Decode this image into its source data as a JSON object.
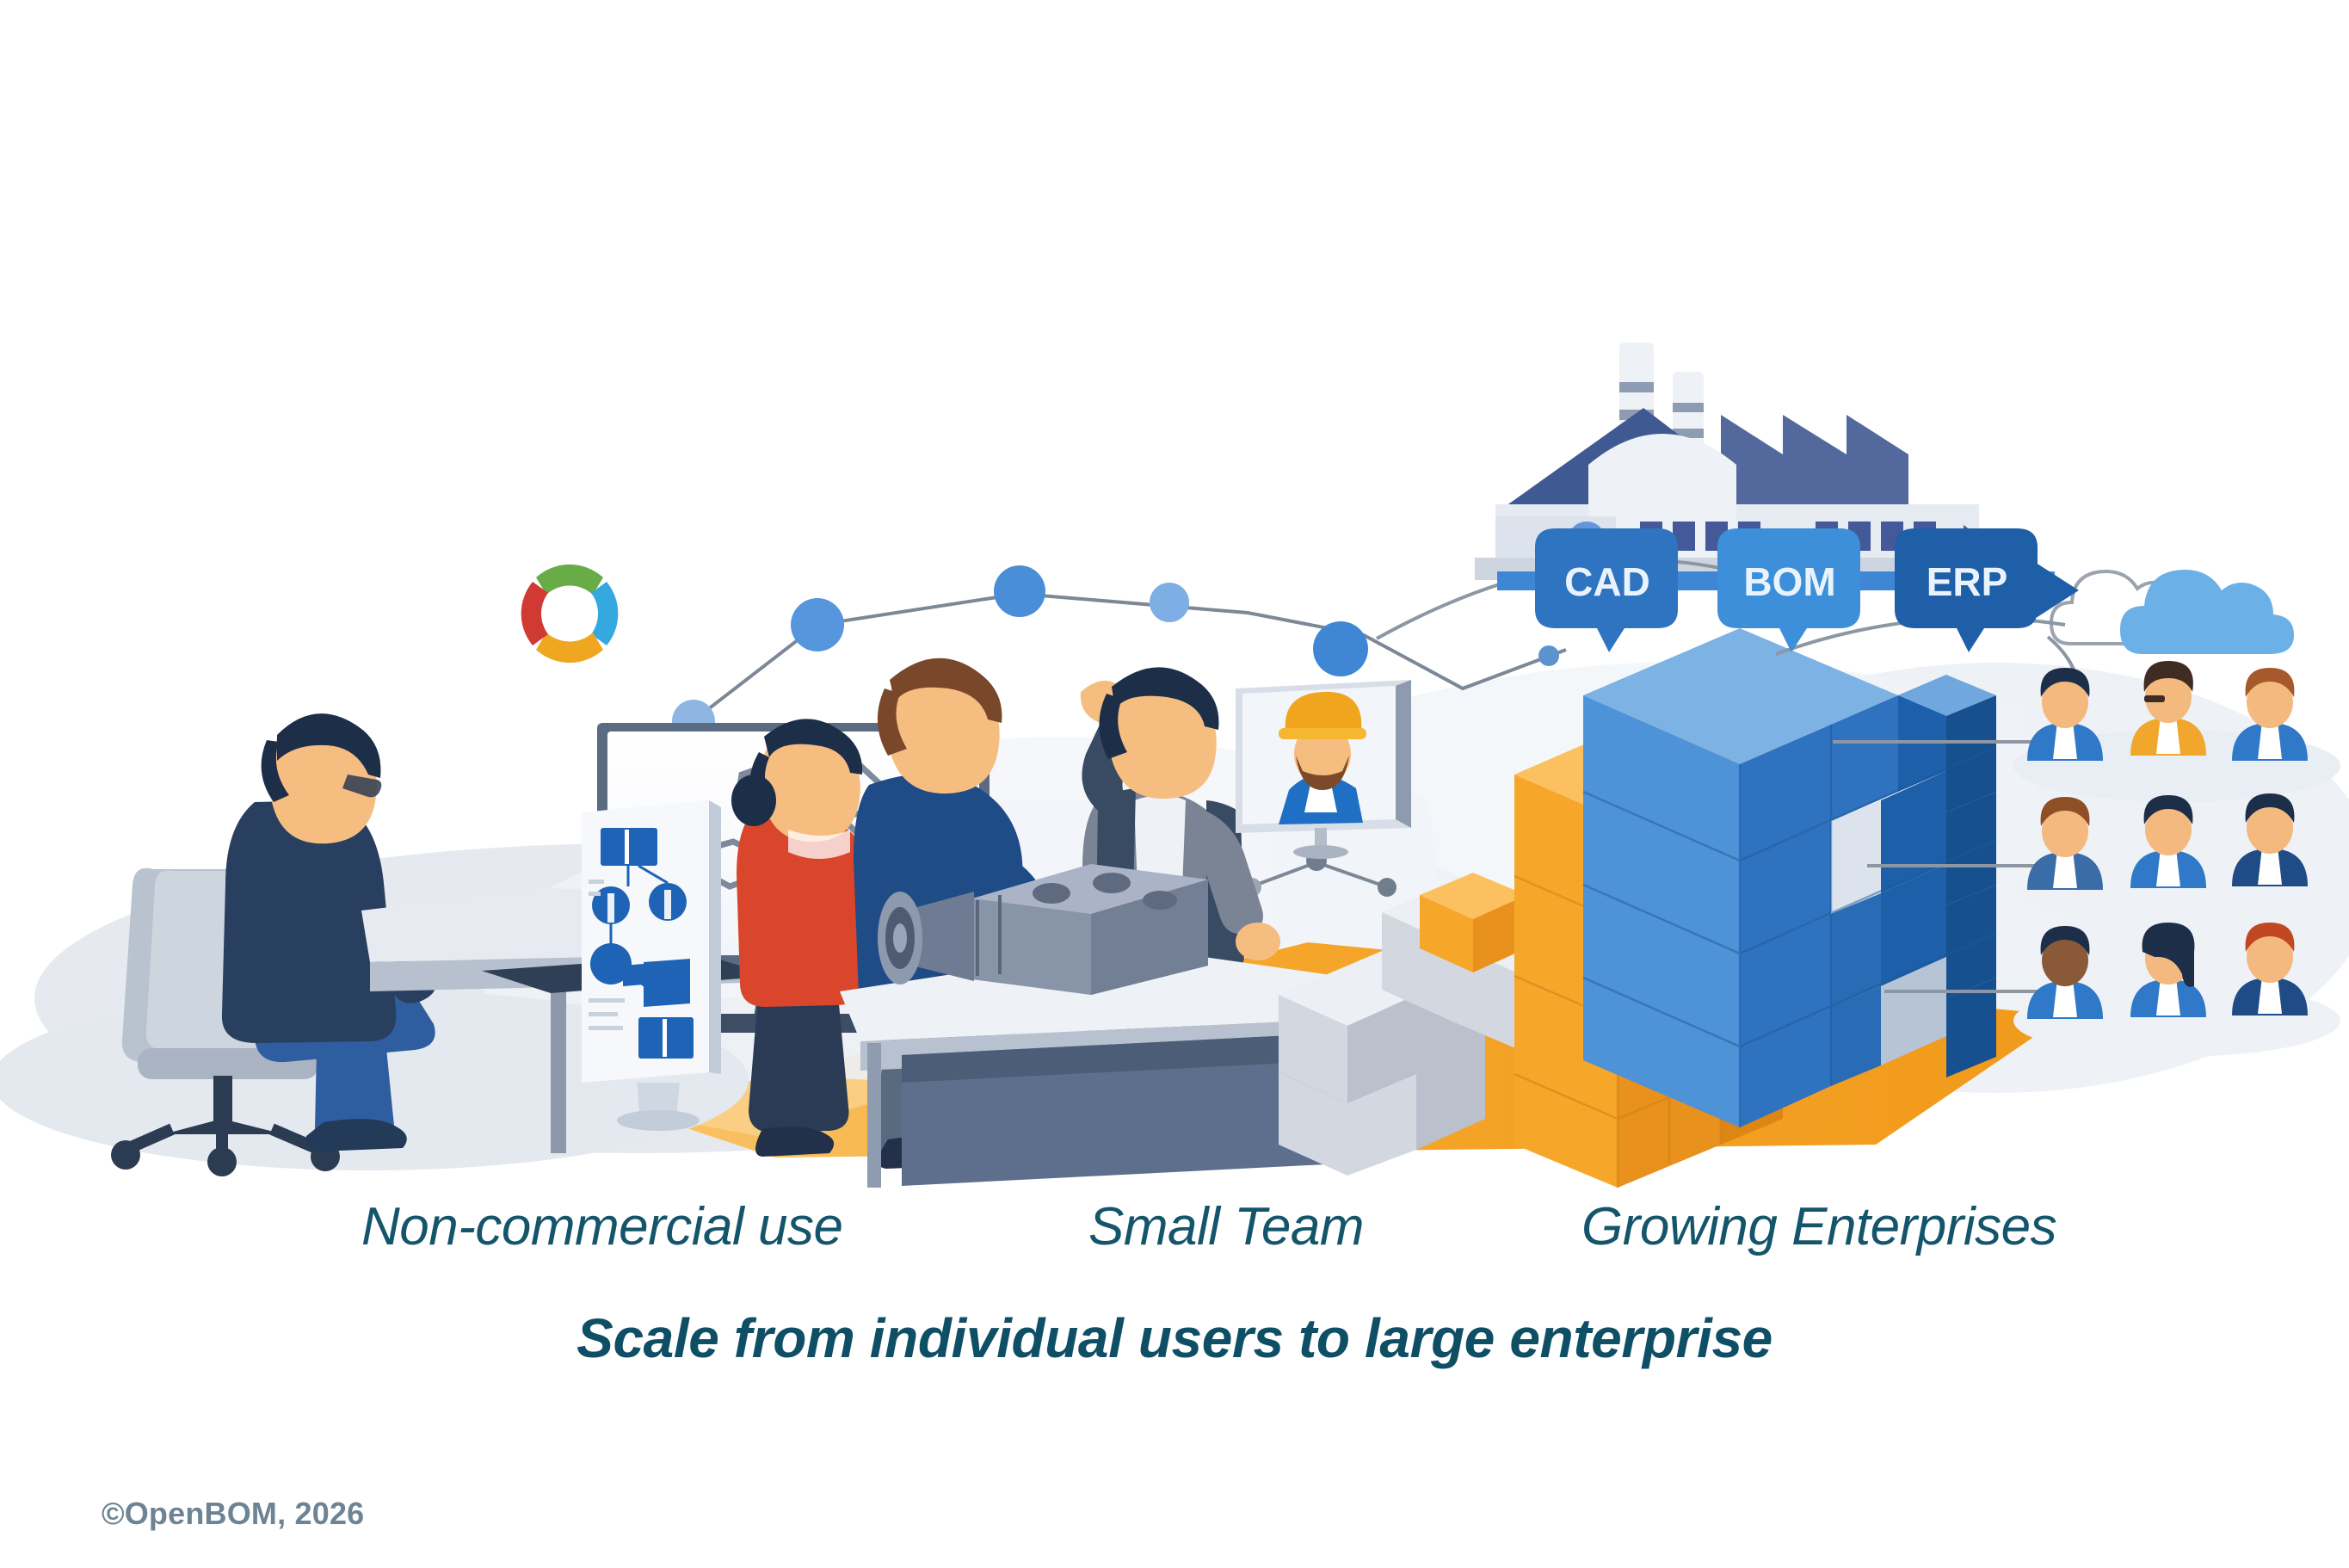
{
  "slide": {
    "background_color": "#ffffff",
    "headline": "Scale from individual users to large enterprise",
    "ghost_line": "",
    "copyright": "©OpenBOM, 2026",
    "captions": [
      {
        "label": "Non-commercial use"
      },
      {
        "label": "Small Team"
      },
      {
        "label": "Growing Enterprises"
      }
    ]
  },
  "illustration": {
    "logo": {
      "name": "openbom-logo",
      "segments": [
        {
          "position": "top",
          "color": "#67ac46"
        },
        {
          "position": "right",
          "color": "#35a8e0"
        },
        {
          "position": "bottom",
          "color": "#efa722"
        },
        {
          "position": "left",
          "color": "#d13a33"
        }
      ]
    },
    "process_badges": [
      {
        "label": "CAD",
        "color": "#2f74c0"
      },
      {
        "label": "BOM",
        "color": "#3c8fd8"
      },
      {
        "label": "ERP",
        "color": "#1f5fa8"
      }
    ],
    "scene_left": {
      "name": "individual-designer-workstation",
      "monitor_content": "cad-wireframe-part",
      "poster_content": "bom-diagram-poster"
    },
    "scene_middle": {
      "name": "small-team-review",
      "people": [
        "woman-red-shirt",
        "man-blue-shirt",
        "man-grey-jacket"
      ],
      "object_on_table": "electric-motor-assembly",
      "video_panel": "remote-worker-hardhat"
    },
    "scene_right": {
      "name": "growing-enterprise-blocks",
      "block_groups": [
        {
          "color_name": "grey",
          "color": "#d6dbe2"
        },
        {
          "color_name": "orange",
          "color": "#f5a525"
        },
        {
          "color_name": "blue",
          "color": "#3e86cc"
        }
      ],
      "cloud": "cloud-icon",
      "factory": "factory-icon",
      "avatar_rows": [
        [
          "avatar-blue",
          "avatar-orange",
          "avatar-blue"
        ],
        [
          "avatar-blue",
          "avatar-blue",
          "avatar-blue"
        ],
        [
          "avatar-blue",
          "avatar-blue",
          "avatar-blue"
        ]
      ]
    },
    "colors": {
      "caption_text": "#14556b",
      "headline_text": "#0f4f66",
      "copyright_text": "#6d8494",
      "floor_shadow": "#e4e9ef",
      "floor_orange": "#f5a62a",
      "navy": "#243f63",
      "accent_blue": "#4a8fd4"
    }
  }
}
